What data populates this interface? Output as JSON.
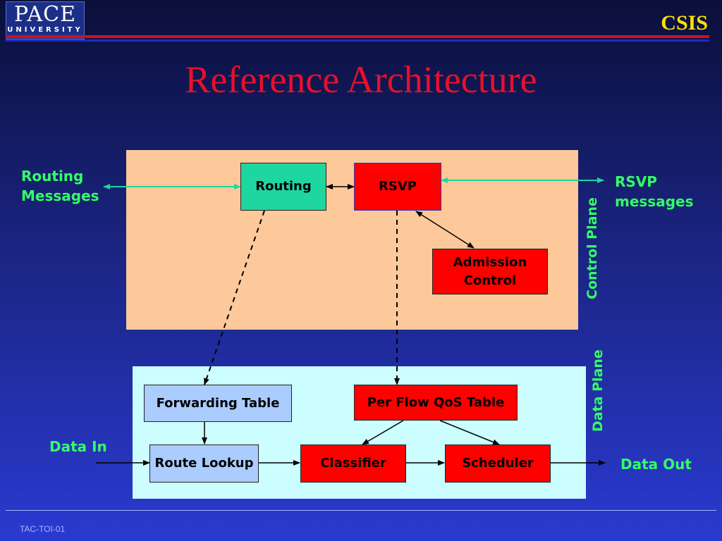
{
  "header": {
    "logo_main": "PACE",
    "logo_sub": "UNIVERSITY",
    "csis": "CSIS"
  },
  "slide": {
    "title": "Reference Architecture",
    "footer": "TAC-TOI-01"
  },
  "control_plane": {
    "label": "Control Plane",
    "routing": "Routing",
    "rsvp": "RSVP",
    "admission_control": "Admission \nControl"
  },
  "data_plane": {
    "label": "Data Plane",
    "forwarding_table": "Forwarding Table",
    "per_flow_qos_table": "Per Flow QoS Table",
    "route_lookup": "Route Lookup",
    "classifier": "Classifier",
    "scheduler": "Scheduler"
  },
  "external_labels": {
    "routing_messages": "Routing\n Messages",
    "rsvp_messages": "RSVP\n messages",
    "data_in": "Data In",
    "data_out": "Data Out"
  },
  "colors": {
    "title": "#e8102a",
    "label_green": "#33ff66",
    "control_panel": "#fdc89a",
    "data_panel": "#ccfdff",
    "routing_box": "#1ed6a0",
    "red_box": "#ff0000",
    "blue_box": "#aaccff"
  }
}
